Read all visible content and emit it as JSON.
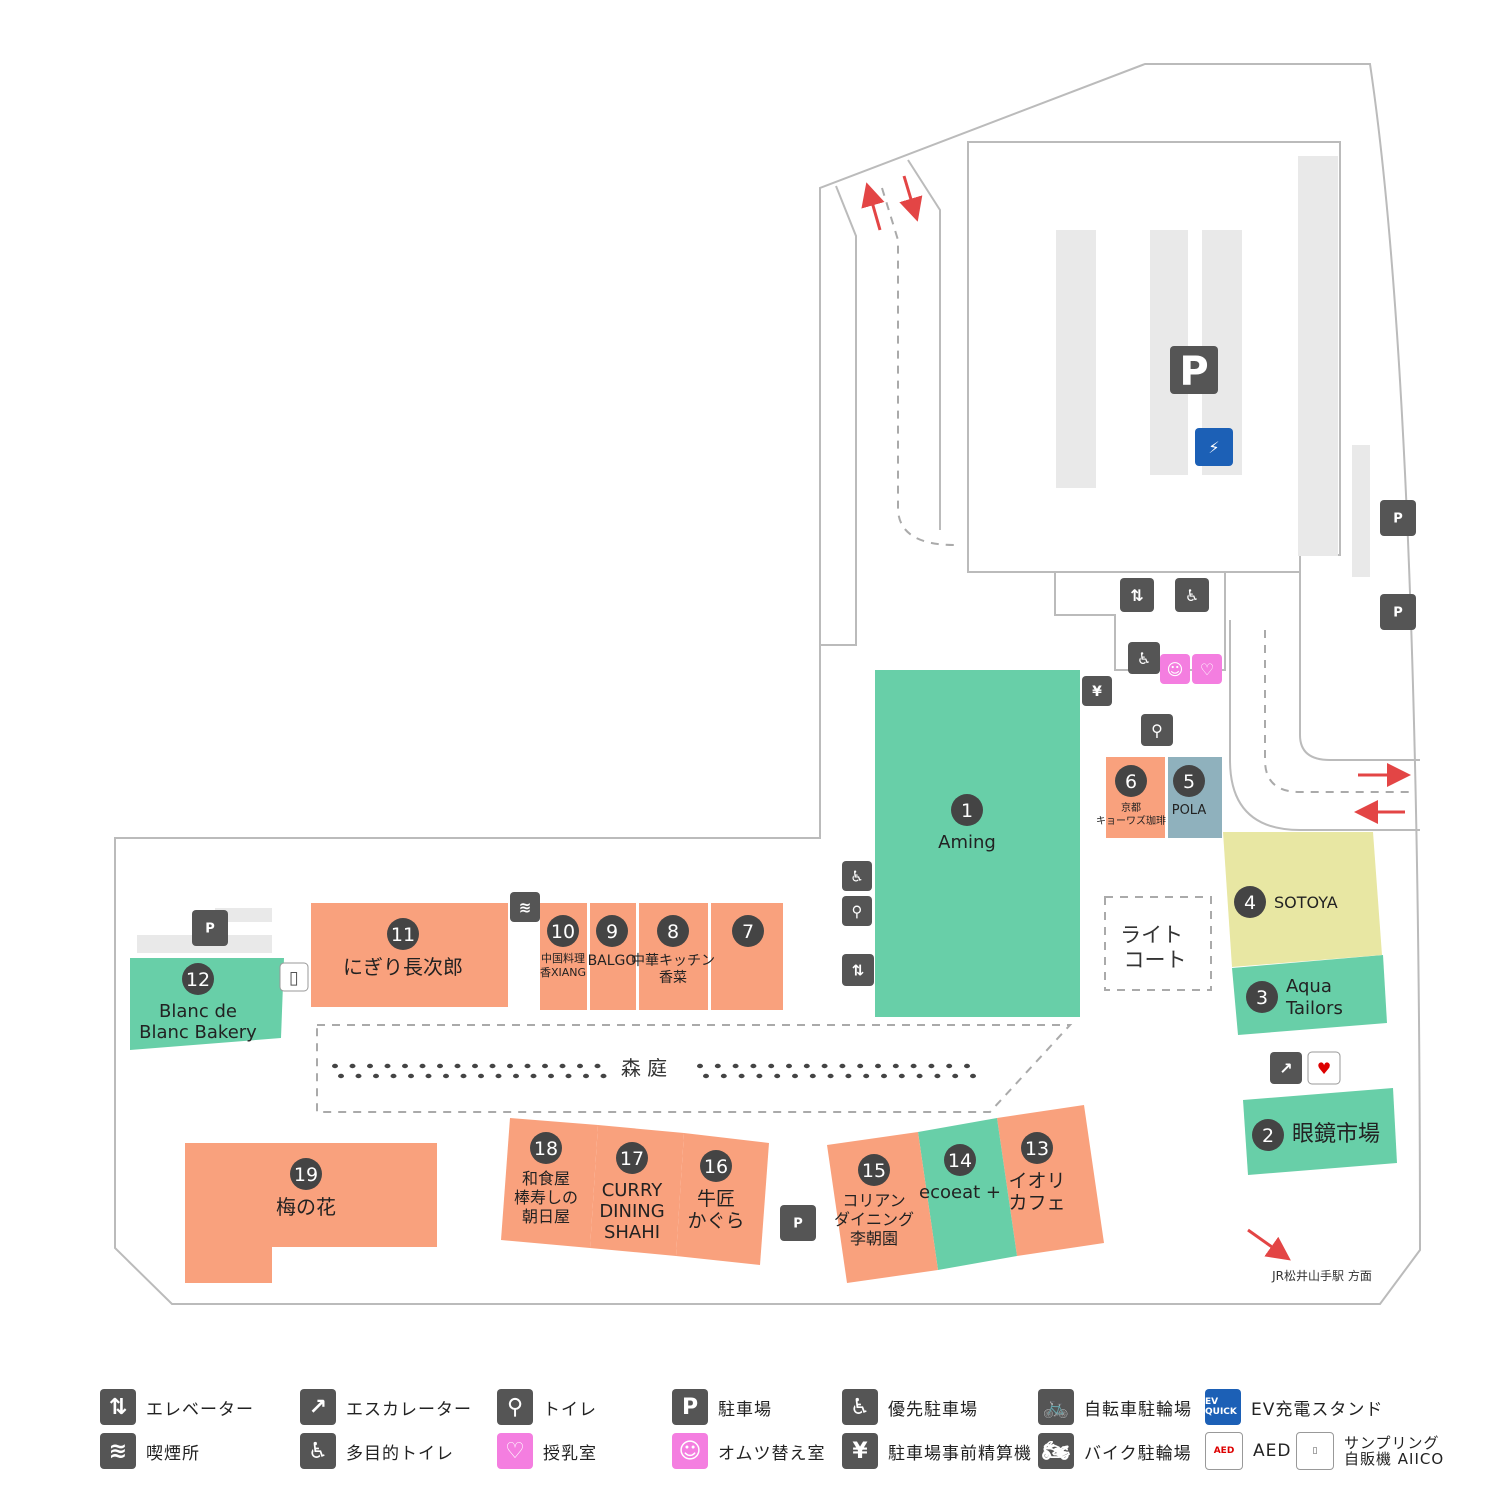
{
  "colors": {
    "restaurant": "#f9a17d",
    "retail": "#68cfa8",
    "sotoya": "#e8e7a3",
    "pola": "#8fb1bd",
    "icon": "#555555",
    "pink": "#f47ee0",
    "ev": "#1c60b6",
    "arrow": "#e34545",
    "outline": "#bbbbbb"
  },
  "stores": [
    {
      "num": "1",
      "name": "Aming"
    },
    {
      "num": "2",
      "name": "眼鏡市場"
    },
    {
      "num": "3",
      "name": "Aqua\nTailors"
    },
    {
      "num": "4",
      "name": "SOTOYA"
    },
    {
      "num": "5",
      "name": "POLA"
    },
    {
      "num": "6",
      "name": "京都\nキョーワズ珈琲"
    },
    {
      "num": "7",
      "name": ""
    },
    {
      "num": "8",
      "name": "中華キッチン\n香菜"
    },
    {
      "num": "9",
      "name": "BALGO"
    },
    {
      "num": "10",
      "name": "中国料理\n香XIANG"
    },
    {
      "num": "11",
      "name": "にぎり長次郎"
    },
    {
      "num": "12",
      "name": "Blanc de\nBlanc Bakery"
    },
    {
      "num": "13",
      "name": "イオリ\nカフェ"
    },
    {
      "num": "14",
      "name": "ecoeat +"
    },
    {
      "num": "15",
      "name": "コリアン\nダイニング\n李朝園"
    },
    {
      "num": "16",
      "name": "牛匠\nかぐら"
    },
    {
      "num": "17",
      "name": "CURRY\nDINING\nSHAHI"
    },
    {
      "num": "18",
      "name": "和食屋\n棒寿しの\n朝日屋"
    },
    {
      "num": "19",
      "name": "梅の花"
    }
  ],
  "areas": {
    "light_court": "ライト\nコート",
    "mori_niwa": "森 庭",
    "direction": "JR松井山手駅 方面"
  },
  "icons": {
    "parking": "P",
    "ev_quick": "EV QUICK",
    "aed": "AED"
  },
  "legend": [
    {
      "icon": "elevator-icon",
      "label": "エレベーター"
    },
    {
      "icon": "escalator-icon",
      "label": "エスカレーター"
    },
    {
      "icon": "restroom-icon",
      "label": "トイレ"
    },
    {
      "icon": "parking-icon",
      "label": "駐車場"
    },
    {
      "icon": "priority-parking-icon",
      "label": "優先駐車場"
    },
    {
      "icon": "bicycle-parking-icon",
      "label": "自転車駐輪場"
    },
    {
      "icon": "ev-charger-icon",
      "label": "EV充電スタンド"
    },
    {
      "icon": "smoking-icon",
      "label": "喫煙所"
    },
    {
      "icon": "accessible-toilet-icon",
      "label": "多目的トイレ"
    },
    {
      "icon": "nursing-room-icon",
      "label": "授乳室"
    },
    {
      "icon": "diaper-change-icon",
      "label": "オムツ替え室"
    },
    {
      "icon": "parking-payment-icon",
      "label": "駐車場事前精算機"
    },
    {
      "icon": "motorbike-parking-icon",
      "label": "バイク駐輪場"
    },
    {
      "icon": "aed-icon",
      "label": "AED"
    },
    {
      "icon": "vending-machine-icon",
      "label": "サンプリング\n自販機 AIICO"
    }
  ]
}
